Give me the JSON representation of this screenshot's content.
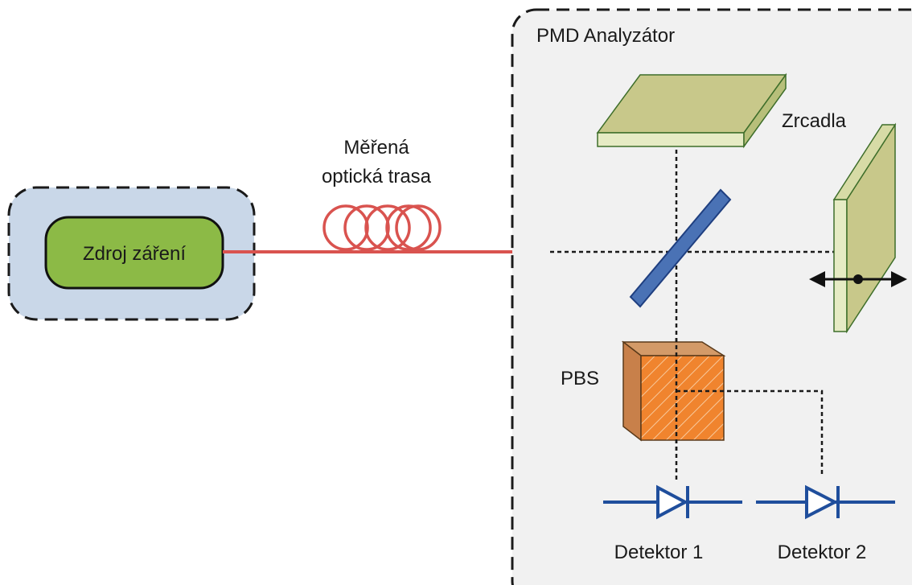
{
  "source": {
    "label": "Zdroj záření"
  },
  "fiber": {
    "label_line1": "Měřená",
    "label_line2": "optická trasa"
  },
  "analyzer": {
    "title": "PMD Analyzátor",
    "mirrors_label": "Zrcadla",
    "pbs_label": "PBS",
    "detector1_label": "Detektor 1",
    "detector2_label": "Detektor 2"
  },
  "colors": {
    "source_panel": "#c9d7e8",
    "source_box": "#8cba46",
    "fiber": "#d9534f",
    "analyzer_panel": "#f1f1f1",
    "mirror_top": "#c8c88a",
    "mirror_side": "#e6ebc4",
    "beamsplitter": "#4a72b5",
    "pbs_front": "#f0842e",
    "pbs_side": "#c8804a",
    "detector": "#1f4e9c"
  }
}
